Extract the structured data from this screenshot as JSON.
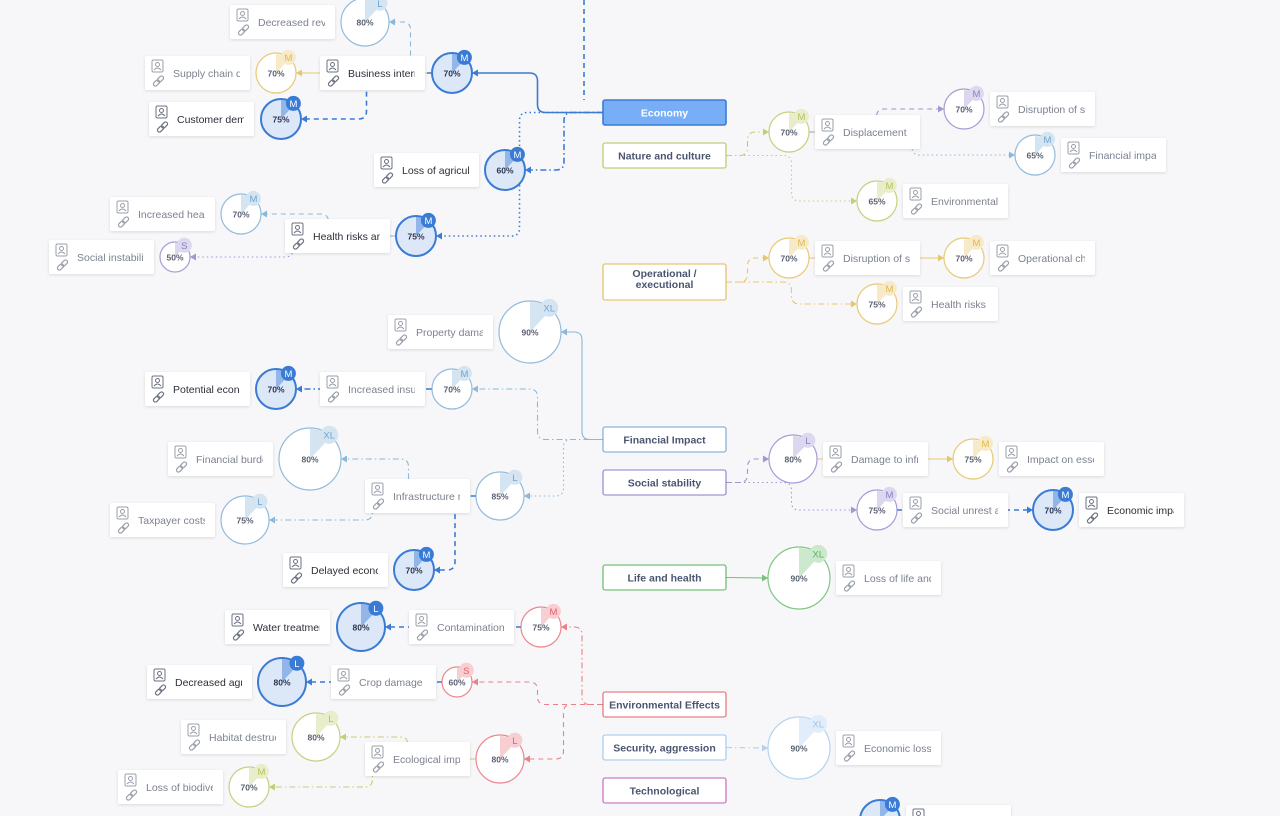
{
  "colors": {
    "economy": "#3a7bd5",
    "economy_fill": "#7fb0f0",
    "nature": "#b6c255",
    "operational": "#e2b84a",
    "financial": "#6fa6d0",
    "social": "#8b7cc8",
    "life": "#55b45a",
    "environmental": "#e5606a",
    "security": "#9cc5ef",
    "technological": "#c45bb6"
  },
  "categories": [
    {
      "id": "economy",
      "label": "Economy",
      "color": "#3a7bd5",
      "selected": true
    },
    {
      "id": "nature",
      "label": "Nature and culture",
      "color": "#b6c255"
    },
    {
      "id": "operational",
      "label": "Operational / executional",
      "color": "#e2b84a"
    },
    {
      "id": "financial",
      "label": "Financial Impact",
      "color": "#6fa6d0"
    },
    {
      "id": "social",
      "label": "Social stability",
      "color": "#8b7cc8"
    },
    {
      "id": "life",
      "label": "Life and health",
      "color": "#55b45a"
    },
    {
      "id": "environmental",
      "label": "Environmental Effects",
      "color": "#e5606a"
    },
    {
      "id": "security",
      "label": "Security, aggression",
      "color": "#9cc5ef"
    },
    {
      "id": "technological",
      "label": "Technological",
      "color": "#c45bb6"
    }
  ],
  "nodes": [
    {
      "id": "econ-decreased-rev",
      "label": "Decreased rev",
      "pct": "80%",
      "size": "L",
      "color": "#6fa6d0",
      "strong": false
    },
    {
      "id": "econ-business-interr",
      "label": "Business interr",
      "pct": "70%",
      "size": "M",
      "color": "#3a7bd5",
      "strong": true
    },
    {
      "id": "econ-supply-chain",
      "label": "Supply chain d",
      "pct": "70%",
      "size": "M",
      "color": "#e2b84a",
      "strong": false
    },
    {
      "id": "econ-customer-dem",
      "label": "Customer dem",
      "pct": "75%",
      "size": "M",
      "color": "#3a7bd5",
      "strong": true
    },
    {
      "id": "econ-loss-agri",
      "label": "Loss of agricult",
      "pct": "60%",
      "size": "M",
      "color": "#3a7bd5",
      "strong": true
    },
    {
      "id": "econ-increased-heal",
      "label": "Increased heal",
      "pct": "70%",
      "size": "M",
      "color": "#6fa6d0",
      "strong": false
    },
    {
      "id": "econ-health-risks",
      "label": "Health risks an",
      "pct": "75%",
      "size": "M",
      "color": "#3a7bd5",
      "strong": true
    },
    {
      "id": "econ-social-instab",
      "label": "Social instabilit",
      "pct": "50%",
      "size": "S",
      "color": "#8b7cc8",
      "strong": false
    },
    {
      "id": "nat-displacement",
      "label": "Displacement c",
      "pct": "70%",
      "size": "M",
      "color": "#b6c255",
      "strong": false
    },
    {
      "id": "nat-disruption-se",
      "label": "Disruption of se",
      "pct": "70%",
      "size": "M",
      "color": "#8b7cc8",
      "strong": false
    },
    {
      "id": "nat-financial-impa",
      "label": "Financial impac",
      "pct": "65%",
      "size": "M",
      "color": "#6fa6d0",
      "strong": false
    },
    {
      "id": "nat-environmental",
      "label": "Environmental",
      "pct": "65%",
      "size": "M",
      "color": "#b6c255",
      "strong": false
    },
    {
      "id": "op-disruption-se",
      "label": "Disruption of se",
      "pct": "70%",
      "size": "M",
      "color": "#e2b84a",
      "strong": false
    },
    {
      "id": "op-operational-ch",
      "label": "Operational ch",
      "pct": "70%",
      "size": "M",
      "color": "#e2b84a",
      "strong": false
    },
    {
      "id": "op-health-risks",
      "label": "Health risks",
      "pct": "75%",
      "size": "M",
      "color": "#e2b84a",
      "strong": false
    },
    {
      "id": "fin-property-dama",
      "label": "Property dama",
      "pct": "90%",
      "size": "XL",
      "color": "#6fa6d0",
      "strong": false
    },
    {
      "id": "fin-increased-insu",
      "label": "Increased insu",
      "pct": "70%",
      "size": "M",
      "color": "#6fa6d0",
      "strong": false
    },
    {
      "id": "fin-potential-econ",
      "label": "Potential econo",
      "pct": "70%",
      "size": "M",
      "color": "#3a7bd5",
      "strong": true
    },
    {
      "id": "fin-financial-burde",
      "label": "Financial burde",
      "pct": "80%",
      "size": "XL",
      "color": "#6fa6d0",
      "strong": false
    },
    {
      "id": "fin-infrastructure",
      "label": "Infrastructure r",
      "pct": "85%",
      "size": "L",
      "color": "#6fa6d0",
      "strong": false
    },
    {
      "id": "fin-taxpayer-costs",
      "label": "Taxpayer costs",
      "pct": "75%",
      "size": "L",
      "color": "#6fa6d0",
      "strong": false
    },
    {
      "id": "fin-delayed-econ",
      "label": "Delayed econc",
      "pct": "70%",
      "size": "M",
      "color": "#3a7bd5",
      "strong": true
    },
    {
      "id": "soc-damage-infr",
      "label": "Damage to infr",
      "pct": "80%",
      "size": "L",
      "color": "#8b7cc8",
      "strong": false
    },
    {
      "id": "soc-impact-esse",
      "label": "Impact on esse",
      "pct": "75%",
      "size": "M",
      "color": "#e2b84a",
      "strong": false
    },
    {
      "id": "soc-social-unrest",
      "label": "Social unrest a",
      "pct": "75%",
      "size": "M",
      "color": "#8b7cc8",
      "strong": false
    },
    {
      "id": "soc-economic-impa",
      "label": "Economic impa",
      "pct": "70%",
      "size": "M",
      "color": "#3a7bd5",
      "strong": true
    },
    {
      "id": "life-loss-of-life",
      "label": "Loss of life and",
      "pct": "90%",
      "size": "XL",
      "color": "#55b45a",
      "strong": false
    },
    {
      "id": "env-contamination",
      "label": "Contamination",
      "pct": "75%",
      "size": "M",
      "color": "#e5606a",
      "strong": false
    },
    {
      "id": "env-water-treatmer",
      "label": "Water treatmer",
      "pct": "80%",
      "size": "L",
      "color": "#3a7bd5",
      "strong": true
    },
    {
      "id": "env-crop-damage",
      "label": "Crop damage (",
      "pct": "60%",
      "size": "S",
      "color": "#e5606a",
      "strong": false
    },
    {
      "id": "env-decreased-agr",
      "label": "Decreased agr",
      "pct": "80%",
      "size": "L",
      "color": "#3a7bd5",
      "strong": true
    },
    {
      "id": "env-habitat-destruc",
      "label": "Habitat destruc",
      "pct": "80%",
      "size": "L",
      "color": "#b6c255",
      "strong": false
    },
    {
      "id": "env-ecological-impa",
      "label": "Ecological impa",
      "pct": "80%",
      "size": "L",
      "color": "#e5606a",
      "strong": false
    },
    {
      "id": "env-loss-biodive",
      "label": "Loss of biodive",
      "pct": "70%",
      "size": "M",
      "color": "#b6c255",
      "strong": false
    },
    {
      "id": "sec-economic-losse",
      "label": "Economic losse",
      "pct": "90%",
      "size": "XL",
      "color": "#9cc5ef",
      "strong": false
    },
    {
      "id": "tech-bottom",
      "label": "",
      "pct": "",
      "size": "M",
      "color": "#3a7bd5",
      "strong": true
    }
  ],
  "edges": [
    {
      "from": "economy",
      "to": "econ-business-interr",
      "style": "solid"
    },
    {
      "from": "econ-business-interr",
      "to": "econ-decreased-rev",
      "style": "dashed"
    },
    {
      "from": "econ-business-interr",
      "to": "econ-supply-chain",
      "style": "solid"
    },
    {
      "from": "econ-business-interr",
      "to": "econ-customer-dem",
      "style": "dashed"
    },
    {
      "from": "economy",
      "to": "econ-loss-agri",
      "style": "dashdot"
    },
    {
      "from": "economy",
      "to": "econ-health-risks",
      "style": "dotted"
    },
    {
      "from": "econ-health-risks",
      "to": "econ-increased-heal",
      "style": "dashed"
    },
    {
      "from": "econ-health-risks",
      "to": "econ-social-instab",
      "style": "dotted"
    },
    {
      "from": "nature",
      "to": "nat-displacement",
      "style": "dashdot"
    },
    {
      "from": "nat-displacement",
      "to": "nat-disruption-se",
      "style": "dashed"
    },
    {
      "from": "nat-displacement",
      "to": "nat-financial-impa",
      "style": "dotted"
    },
    {
      "from": "nature",
      "to": "nat-environmental",
      "style": "dotted"
    },
    {
      "from": "operational",
      "to": "op-disruption-se",
      "style": "dashed"
    },
    {
      "from": "op-disruption-se",
      "to": "op-operational-ch",
      "style": "solid"
    },
    {
      "from": "operational",
      "to": "op-health-risks",
      "style": "dashdot"
    },
    {
      "from": "financial",
      "to": "fin-property-dama",
      "style": "solid"
    },
    {
      "from": "financial",
      "to": "fin-increased-insu",
      "style": "dashdot"
    },
    {
      "from": "fin-increased-insu",
      "to": "fin-potential-econ",
      "style": "dashdot"
    },
    {
      "from": "financial",
      "to": "fin-infrastructure",
      "style": "dotted"
    },
    {
      "from": "fin-infrastructure",
      "to": "fin-financial-burde",
      "style": "dashdot"
    },
    {
      "from": "fin-infrastructure",
      "to": "fin-taxpayer-costs",
      "style": "dashdot"
    },
    {
      "from": "fin-infrastructure",
      "to": "fin-delayed-econ",
      "style": "dashed"
    },
    {
      "from": "social",
      "to": "soc-damage-infr",
      "style": "dashed"
    },
    {
      "from": "soc-damage-infr",
      "to": "soc-impact-esse",
      "style": "solid"
    },
    {
      "from": "social",
      "to": "soc-social-unrest",
      "style": "dotted"
    },
    {
      "from": "soc-social-unrest",
      "to": "soc-economic-impa",
      "style": "dashed"
    },
    {
      "from": "life",
      "to": "life-loss-of-life",
      "style": "solid"
    },
    {
      "from": "environmental",
      "to": "env-contamination",
      "style": "dashdot"
    },
    {
      "from": "env-contamination",
      "to": "env-water-treatmer",
      "style": "dashed"
    },
    {
      "from": "environmental",
      "to": "env-crop-damage",
      "style": "dashed"
    },
    {
      "from": "env-crop-damage",
      "to": "env-decreased-agr",
      "style": "dashed"
    },
    {
      "from": "environmental",
      "to": "env-ecological-impa",
      "style": "dashed"
    },
    {
      "from": "env-ecological-impa",
      "to": "env-habitat-destruc",
      "style": "dashdot"
    },
    {
      "from": "env-ecological-impa",
      "to": "env-loss-biodive",
      "style": "dashdot"
    },
    {
      "from": "security",
      "to": "sec-economic-losse",
      "style": "dashdot"
    }
  ]
}
